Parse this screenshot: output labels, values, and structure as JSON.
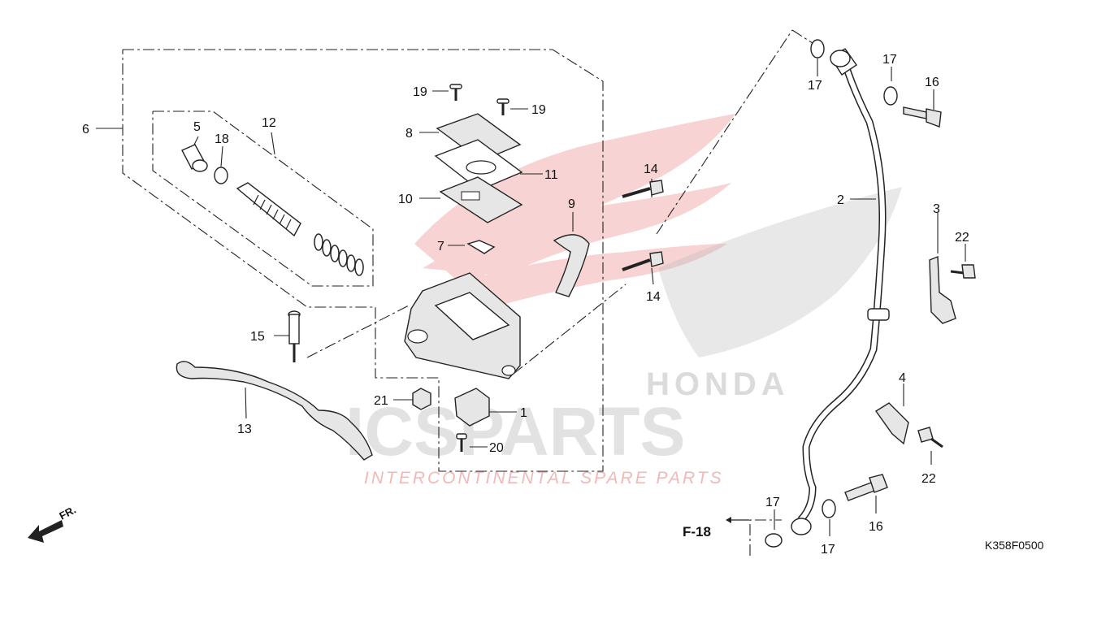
{
  "diagram": {
    "code": "K358F0500",
    "ref_label": "F-18",
    "fr_label": "FR.",
    "watermark": {
      "main": "ICSPARTS",
      "sub": "INTERCONTINENTAL SPARE PARTS",
      "brand": "HONDA"
    },
    "colors": {
      "line": "#222222",
      "part_fill": "#e6e6e6",
      "watermark_red": "#e23b3b",
      "watermark_gray": "#c8c8c8"
    },
    "callouts": {
      "c1": "1",
      "c2": "2",
      "c3": "3",
      "c4": "4",
      "c5": "5",
      "c6": "6",
      "c7": "7",
      "c8": "8",
      "c9": "9",
      "c10": "10",
      "c11": "11",
      "c12": "12",
      "c13": "13",
      "c14a": "14",
      "c14b": "14",
      "c15": "15",
      "c16a": "16",
      "c16b": "16",
      "c17a": "17",
      "c17b": "17",
      "c17c": "17",
      "c17d": "17",
      "c18": "18",
      "c19a": "19",
      "c19b": "19",
      "c20": "20",
      "c21": "21",
      "c22a": "22",
      "c22b": "22"
    }
  }
}
